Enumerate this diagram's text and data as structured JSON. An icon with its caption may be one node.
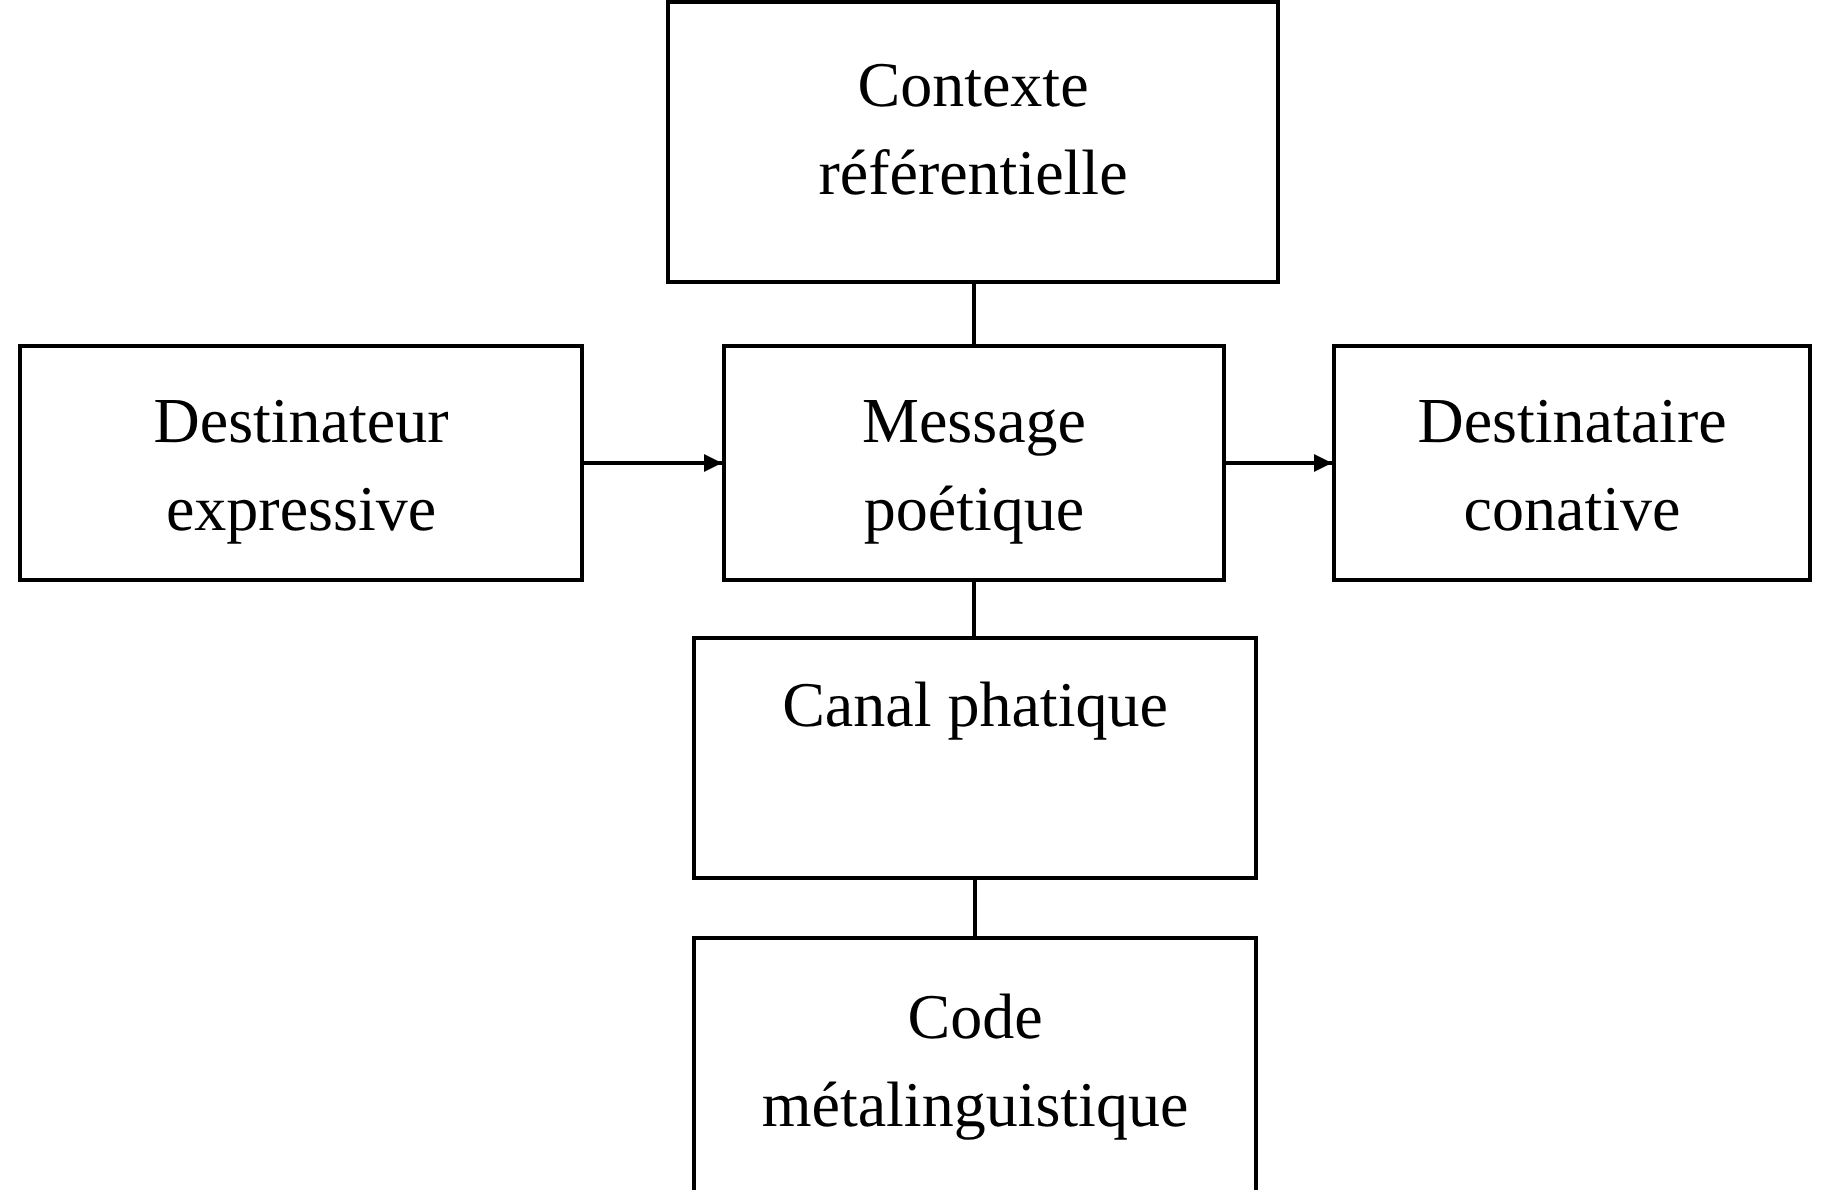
{
  "diagram": {
    "nodes": [
      {
        "text": [
          "Contexte référentielle"
        ]
      },
      {
        "text": [
          "Destinateur expressive"
        ]
      },
      {
        "text": [
          "Message poétique"
        ]
      },
      {
        "text": [
          "Destinataire conative"
        ]
      },
      {
        "text": [
          "Canal phatique"
        ]
      },
      {
        "text": [
          "Code métalinguistique"
        ]
      }
    ],
    "edges": [
      {
        "from": 0,
        "to": 2,
        "arrow": "none"
      },
      {
        "from": 1,
        "to": 2,
        "arrow": "to"
      },
      {
        "from": 2,
        "to": 3,
        "arrow": "to"
      },
      {
        "from": 2,
        "to": 4,
        "arrow": "none"
      },
      {
        "from": 4,
        "to": 5,
        "arrow": "none"
      }
    ]
  }
}
